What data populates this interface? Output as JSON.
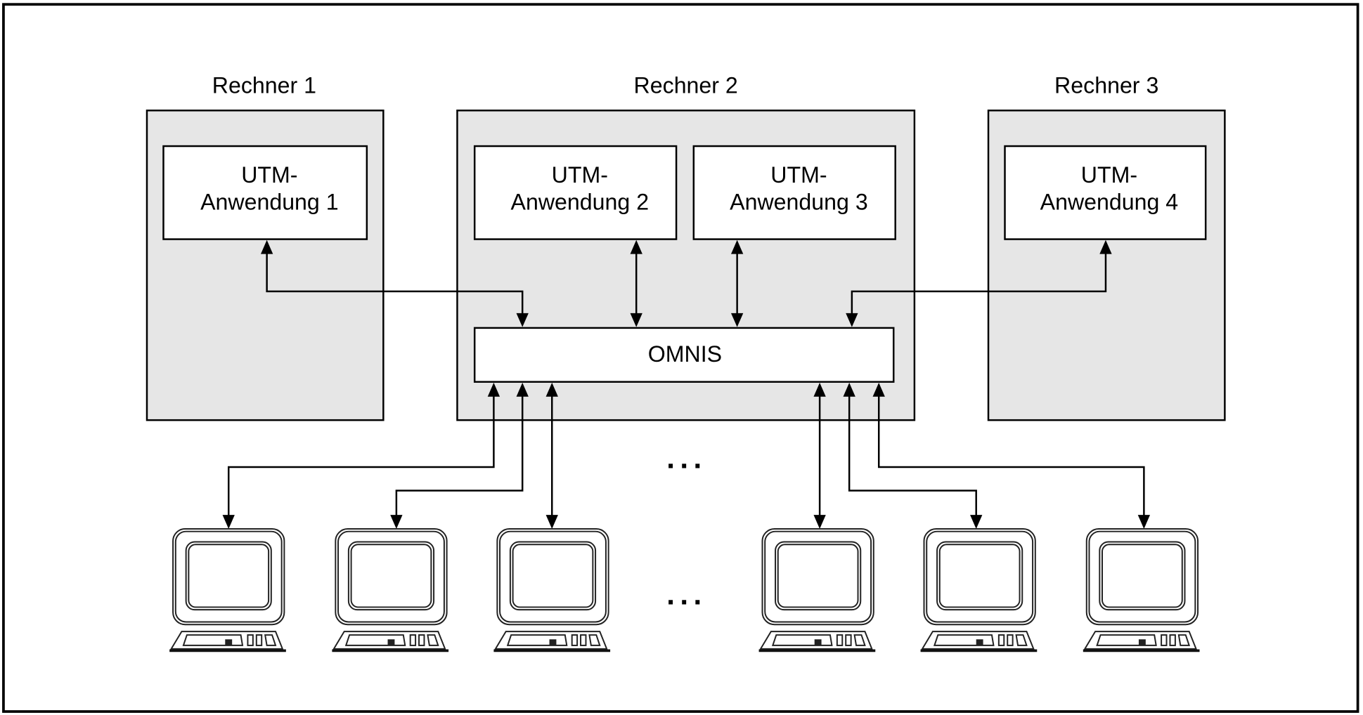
{
  "diagram": {
    "hosts": [
      {
        "label": "Rechner 1",
        "apps": [
          "UTM-\nAnwendung 1"
        ]
      },
      {
        "label": "Rechner 2",
        "apps": [
          "UTM-\nAnwendung 2",
          "UTM-\nAnwendung 3"
        ]
      },
      {
        "label": "Rechner 3",
        "apps": [
          "UTM-\nAnwendung 4"
        ]
      }
    ],
    "host_labels": [
      "Rechner 1",
      "Rechner 2",
      "Rechner 3"
    ],
    "apps": [
      {
        "line1": "UTM-",
        "line2": "Anwendung 1"
      },
      {
        "line1": "UTM-",
        "line2": "Anwendung 2"
      },
      {
        "line1": "UTM-",
        "line2": "Anwendung 3"
      },
      {
        "line1": "UTM-",
        "line2": "Anwendung 4"
      }
    ],
    "middleware": "OMNIS",
    "ellipsis": "...",
    "terminal_count_visible": 6,
    "colors": {
      "host_fill": "#e6e6e6",
      "line": "#000000",
      "box_fill": "#ffffff"
    }
  }
}
